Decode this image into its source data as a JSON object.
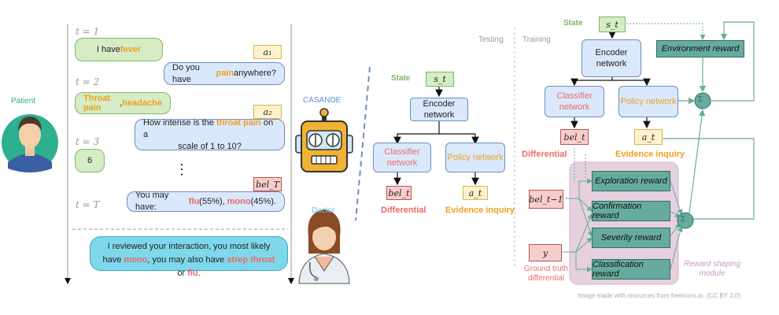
{
  "patient_label": "Patient",
  "casande_label": "CASANDE",
  "doctor_label": "Doctor",
  "time_labels": {
    "t1": "t = 1",
    "t2": "t = 2",
    "t3": "t = 3",
    "tT": "t = T"
  },
  "dialog": {
    "m1_pre": "I have ",
    "m1_hl": "fever",
    "q1_pre": "Do you have ",
    "q1_hl": "pain",
    "q1_post": " anywhere?",
    "m2_hl1": "Throat pain",
    "m2_sep": ", ",
    "m2_hl2": "headache",
    "q2_line1_pre": "How intense is the ",
    "q2_line1_hl": "throat pain",
    "q2_line1_post": " on a",
    "q2_line2": "scale of 1 to 10?",
    "m3": "6",
    "ellipsis": "⋮",
    "final_pre": "You may have: ",
    "final_flu": "flu",
    "final_flu_pct": " (55%), ",
    "final_mono": "mono",
    "final_mono_pct": " (45%).",
    "doc_line1": "I reviewed your interaction, you most likely",
    "doc_l2_pre": "have ",
    "doc_l2_mono": "mono",
    "doc_l2_mid": ", you may also have ",
    "doc_l2_strep": "strep throat",
    "doc_l2_or": " or ",
    "doc_l2_flu": "flu",
    "doc_l2_end": "."
  },
  "tags": {
    "a1": "a₁",
    "a2": "a₂",
    "belT": "bel_T"
  },
  "testing": {
    "title": "Testing",
    "state_label": "State",
    "state_var": "s_t",
    "encoder": "Encoder network",
    "classifier": "Classifier network",
    "policy": "Policy network",
    "bel": "bel_t",
    "a": "a_t",
    "differential": "Differential",
    "evidence": "Evidence inquiry"
  },
  "training": {
    "title": "Training",
    "state_label": "State",
    "state_var": "s_t",
    "encoder": "Encoder network",
    "classifier": "Classifier network",
    "policy": "Policy network",
    "env_reward": "Environment reward",
    "sum": "Σ",
    "bel": "bel_t",
    "a": "a_t",
    "differential": "Differential",
    "evidence": "Evidence inquiry",
    "bel_prev": "bel_t−1",
    "y": "y",
    "ground_truth": "Ground truth differential",
    "rewards": [
      "Exploration reward",
      "Confirmation reward",
      "Severity reward",
      "Classification reward"
    ],
    "module": "Reward shaping module"
  },
  "credit": "Image made with resources from freeicons.io. (CC BY 3.0)",
  "colors": {
    "green_bubble": "#d5ecc4",
    "blue_bubble": "#dae8fc",
    "cyan": "#7fd7ec",
    "orange": "#f0a020",
    "red": "#ea6b66",
    "teal": "#67ab9f",
    "purple_bg": "#e6d0de"
  }
}
